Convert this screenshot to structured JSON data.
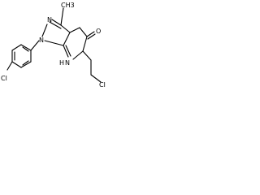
{
  "structure": {
    "atoms": {
      "cl_left": "Cl",
      "n_ring": "N",
      "n_ring2": "N",
      "o_carbonyl": "O",
      "methyl": "CH3",
      "nh": "H",
      "nh_n": "N",
      "cl_right": "Cl"
    }
  }
}
